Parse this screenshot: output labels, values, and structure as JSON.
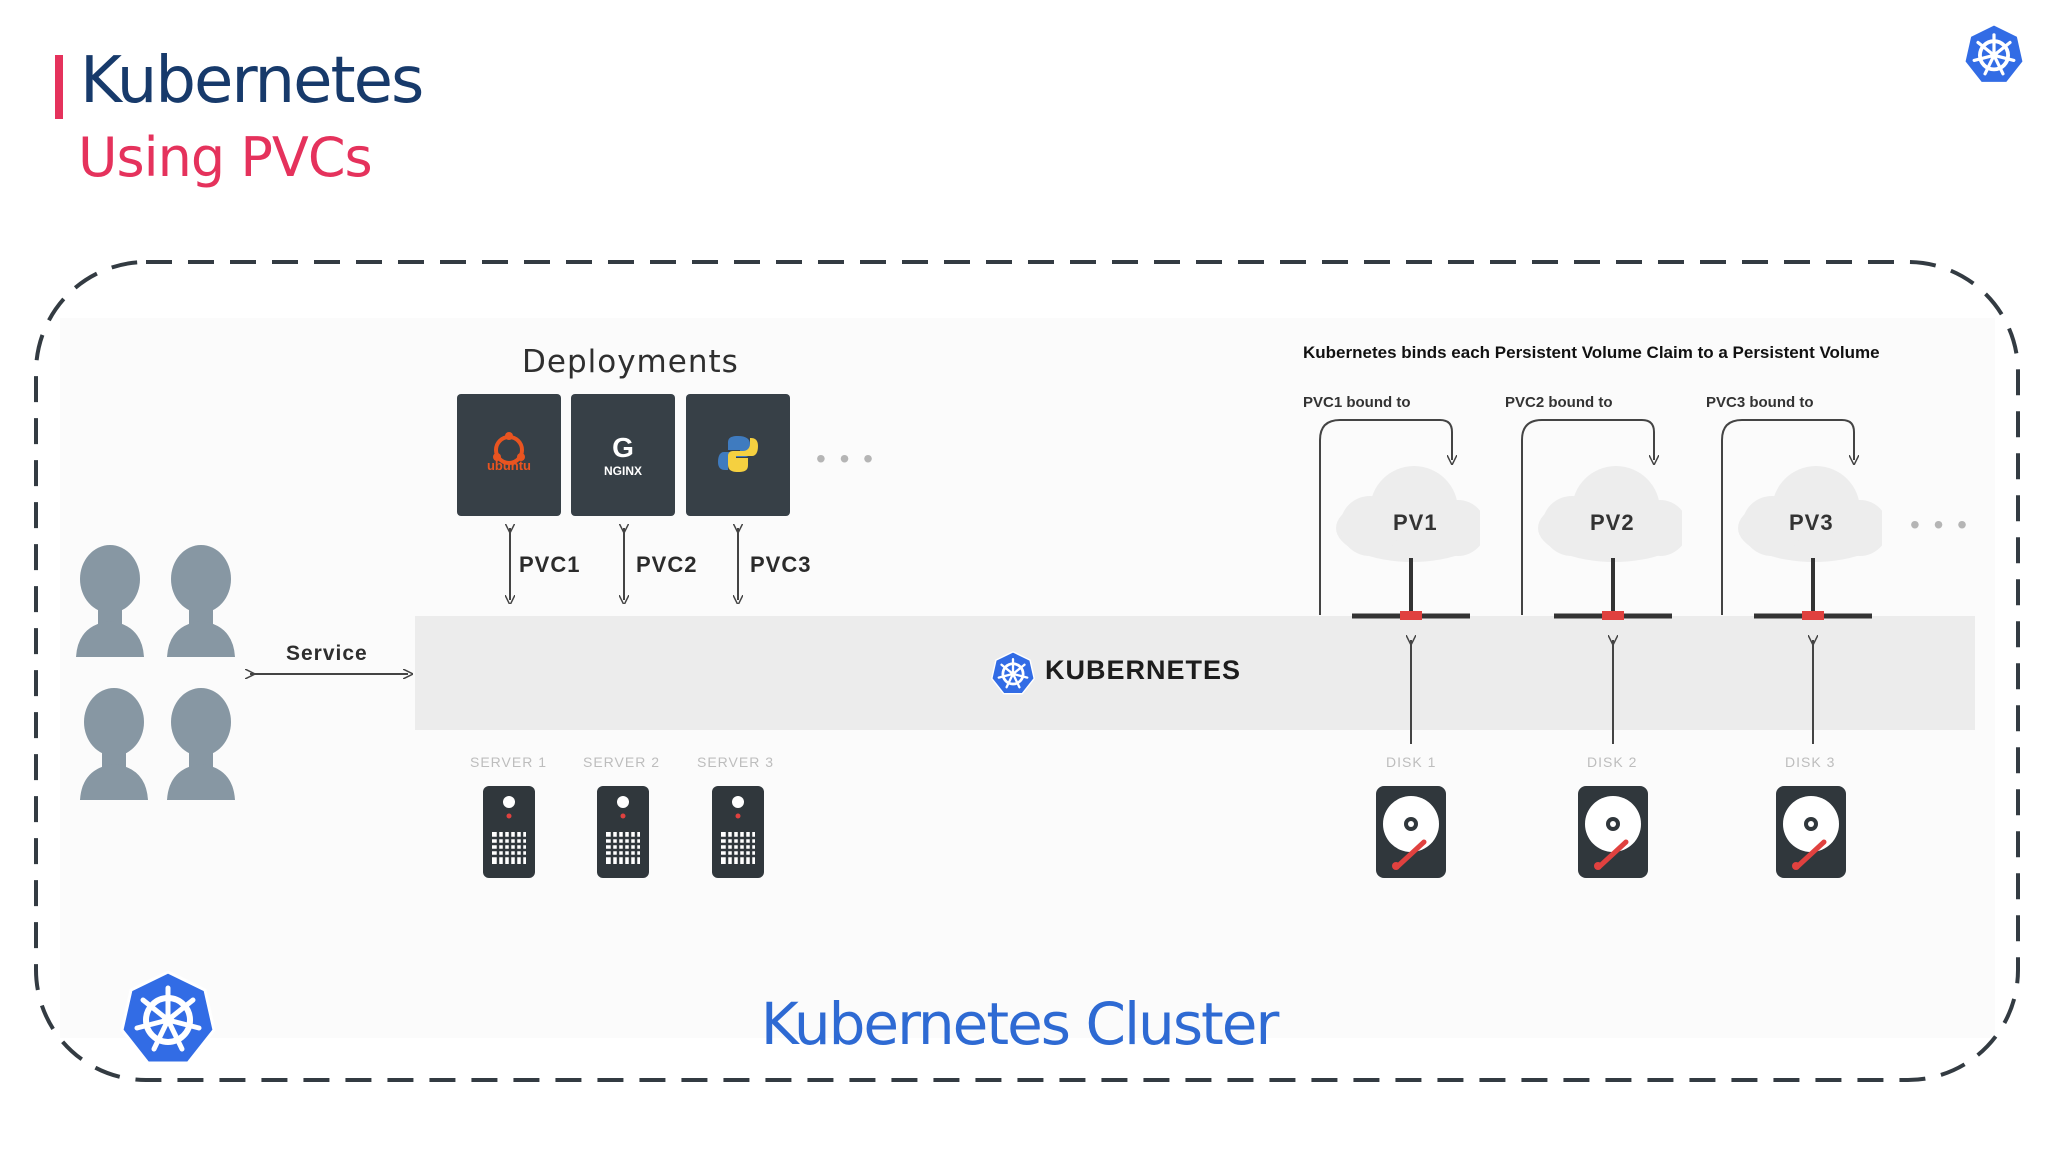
{
  "header": {
    "title": "Kubernetes",
    "subtitle": "Using PVCs"
  },
  "colors": {
    "title": "#173a6b",
    "accent": "#e5325c",
    "k8s_blue": "#326ce5",
    "cluster_label": "#2e6ad3",
    "deployment_box": "#374047",
    "pvc_marker": "#e0413f"
  },
  "icons": {
    "corner": "kubernetes-logo-icon",
    "bottom": "kubernetes-logo-icon",
    "band": "kubernetes-logo-icon"
  },
  "diagram": {
    "users_label": "Service",
    "deployments_title": "Deployments",
    "deployments": [
      {
        "name": "ubuntu",
        "icon": "ubuntu-logo-icon"
      },
      {
        "name": "NGINX",
        "icon": "nginx-logo-icon"
      },
      {
        "name": "",
        "icon": "python-logo-icon"
      }
    ],
    "pvcs": [
      "PVC1",
      "PVC2",
      "PVC3"
    ],
    "band_label": "KUBERNETES",
    "servers": [
      "SERVER 1",
      "SERVER 2",
      "SERVER 3"
    ],
    "binding_title": "Kubernetes binds each Persistent Volume Claim to a Persistent Volume",
    "bound_labels": [
      "PVC1 bound to",
      "PVC2 bound to",
      "PVC3 bound to"
    ],
    "pvs": [
      "PV1",
      "PV2",
      "PV3"
    ],
    "disks": [
      "DISK 1",
      "DISK 2",
      "DISK 3"
    ],
    "more": "• • •"
  },
  "footer": {
    "cluster_label": "Kubernetes Cluster"
  }
}
